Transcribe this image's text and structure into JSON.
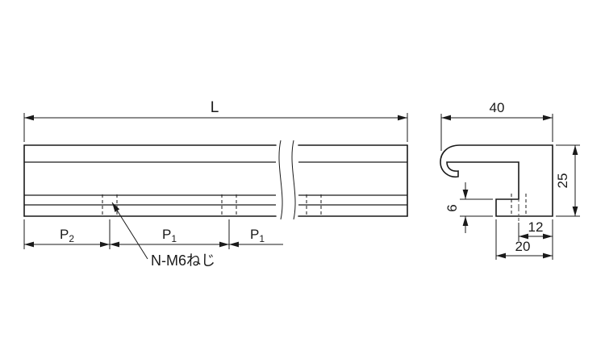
{
  "colors": {
    "ink": "#1a1a1a",
    "background": "#ffffff"
  },
  "front_view": {
    "length_label": "L",
    "pitch_dims": [
      {
        "base": "P",
        "sub": "2"
      },
      {
        "base": "P",
        "sub": "1"
      },
      {
        "base": "P",
        "sub": "1"
      }
    ],
    "screw_note": "N-M6ねじ"
  },
  "section_view": {
    "width_dim": "40",
    "height_dim": "25",
    "lip_height_dim": "6",
    "hole_offset_dim": "12",
    "base_width_dim": "20"
  }
}
